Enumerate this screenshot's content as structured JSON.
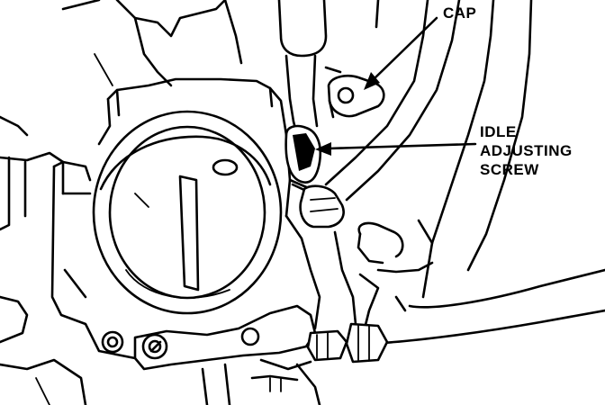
{
  "callouts": {
    "cap": "CAP",
    "idle_line1": "IDLE",
    "idle_line2": "ADJUSTING",
    "idle_line3": "SCREW"
  }
}
